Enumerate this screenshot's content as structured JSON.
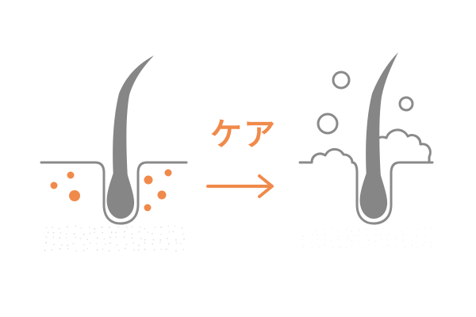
{
  "arrow": {
    "label": "ケア"
  },
  "colors": {
    "accent": "#f08a4b",
    "hair": "#868686",
    "outline": "#8a8a8a",
    "skin_dots": "#d6d6d6",
    "background": "#ffffff"
  },
  "panels": {
    "before": {
      "state": "oily scalp with sebum particles",
      "sebum_particles": 7
    },
    "after": {
      "state": "clean scalp with foam bubbles",
      "bubbles": 3,
      "foam_clouds": 2
    }
  }
}
